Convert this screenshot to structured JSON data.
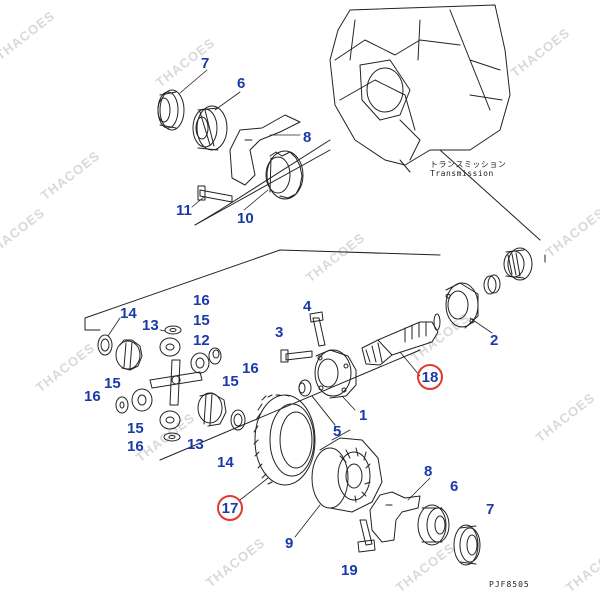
{
  "diagram": {
    "part_labels": [
      "7",
      "6",
      "8",
      "11",
      "10",
      "14",
      "13",
      "16",
      "15",
      "12",
      "16",
      "15",
      "15",
      "16",
      "15",
      "16",
      "13",
      "14",
      "3",
      "4",
      "1",
      "2",
      "18",
      "5",
      "17",
      "9",
      "8",
      "6",
      "7",
      "19"
    ],
    "highlighted_labels": [
      "18",
      "17"
    ],
    "callout_ja": "トランスミッション",
    "callout_en": "Transmission",
    "drawing_code": "PJF8505",
    "watermark": "THACOES",
    "colors": {
      "label": "#1a3aa8",
      "highlight_ring": "#e23a2a",
      "line": "#222222",
      "watermark": "#d9d9d9"
    }
  }
}
